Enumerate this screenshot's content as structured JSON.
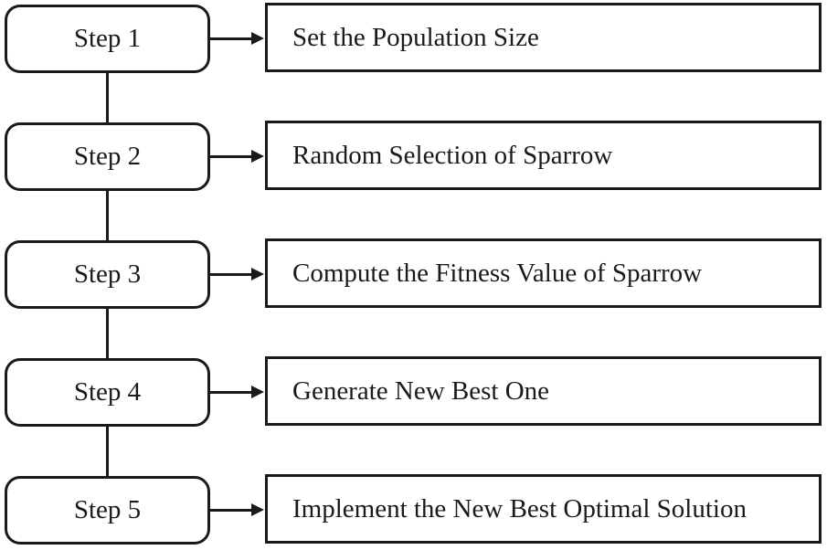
{
  "colors": {
    "line": "#1a1a1a",
    "background": "#ffffff",
    "box_fill": "#ffffff"
  },
  "steps": [
    {
      "label": "Step 1",
      "description": "Set the Population Size"
    },
    {
      "label": "Step 2",
      "description": "Random Selection of Sparrow"
    },
    {
      "label": "Step 3",
      "description": "Compute the Fitness Value of Sparrow"
    },
    {
      "label": "Step 4",
      "description": "Generate New Best One"
    },
    {
      "label": "Step 5",
      "description": "Implement the New Best Optimal Solution"
    }
  ]
}
